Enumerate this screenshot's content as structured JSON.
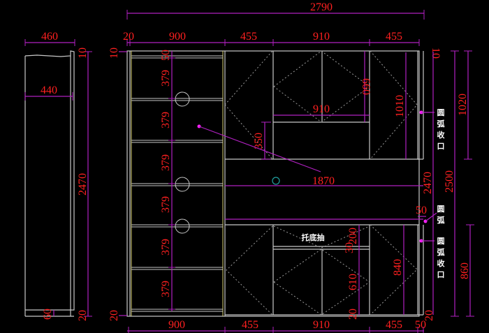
{
  "drawing": {
    "title": "Cabinet elevation and side view",
    "colors": {
      "background": "#000000",
      "outline": "#c8c8c8",
      "dimension_line": "#b020c0",
      "dimension_text": "#ff2020",
      "annotation_text": "#ffffff",
      "leader_dot": "#ff20ff",
      "hole_marker": "#20a0a0"
    },
    "side_view": {
      "top_width": "460",
      "inner_width": "440",
      "height": "2470",
      "top_gap": "10",
      "bottom_gap": "20",
      "plinth": "60"
    },
    "front_view": {
      "overall_width": "2790",
      "top_widths": [
        "20",
        "900",
        "455",
        "910",
        "455"
      ],
      "bottom_widths": [
        "900",
        "455",
        "910",
        "455",
        "50"
      ],
      "left_top_gap": "10",
      "left_bottom_gap": "20",
      "shelf_top": "50",
      "shelf_spacings": [
        "379",
        "379",
        "379",
        "379",
        "379",
        "379"
      ],
      "upper_cabinet": {
        "door_height": "660",
        "center_width": "910",
        "side_height": "1010",
        "niche_height": "350",
        "top_gap": "10"
      },
      "middle": {
        "leader_length": "1870",
        "inner_height": "2470"
      },
      "lower_cabinet": {
        "drawer_height": "200",
        "drawer_gap": "30",
        "door_height": "610",
        "side_height": "840",
        "bottom_gap": "20",
        "top_strip": "50",
        "right_bottom_gap": "20",
        "drawer_label": "托底抽"
      },
      "right_dims": {
        "total_height": "2500",
        "upper_height": "1020",
        "lower_height": "860"
      },
      "annotations": {
        "arc_edge_upper": [
          "圆",
          "弧",
          "收",
          "口"
        ],
        "arc_mid": [
          "圆",
          "弧"
        ],
        "arc_edge_lower": [
          "圆",
          "弧",
          "收",
          "口"
        ]
      }
    }
  }
}
